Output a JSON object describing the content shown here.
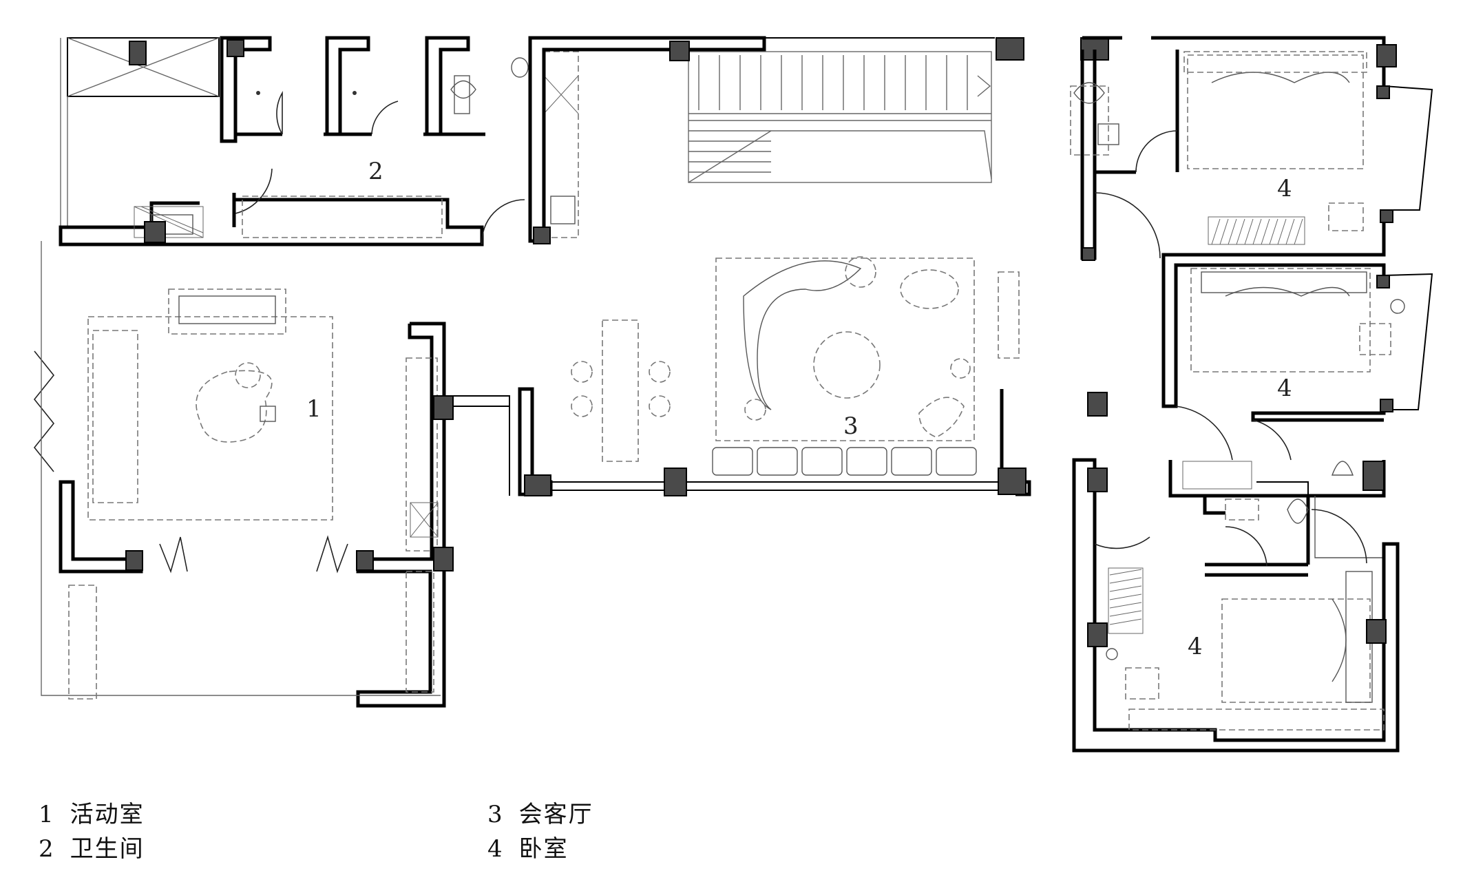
{
  "rooms": [
    {
      "number": "1"
    },
    {
      "number": "2"
    },
    {
      "number": "3"
    },
    {
      "number": "4"
    },
    {
      "number": "4"
    },
    {
      "number": "4"
    }
  ],
  "legend": [
    {
      "number": "1",
      "label": "活动室"
    },
    {
      "number": "2",
      "label": "卫生间"
    },
    {
      "number": "3",
      "label": "会客厅"
    },
    {
      "number": "4",
      "label": "卧室"
    }
  ],
  "colors": {
    "wall": "#000000",
    "column": "#4a4a4a",
    "furniture": "#777777"
  }
}
